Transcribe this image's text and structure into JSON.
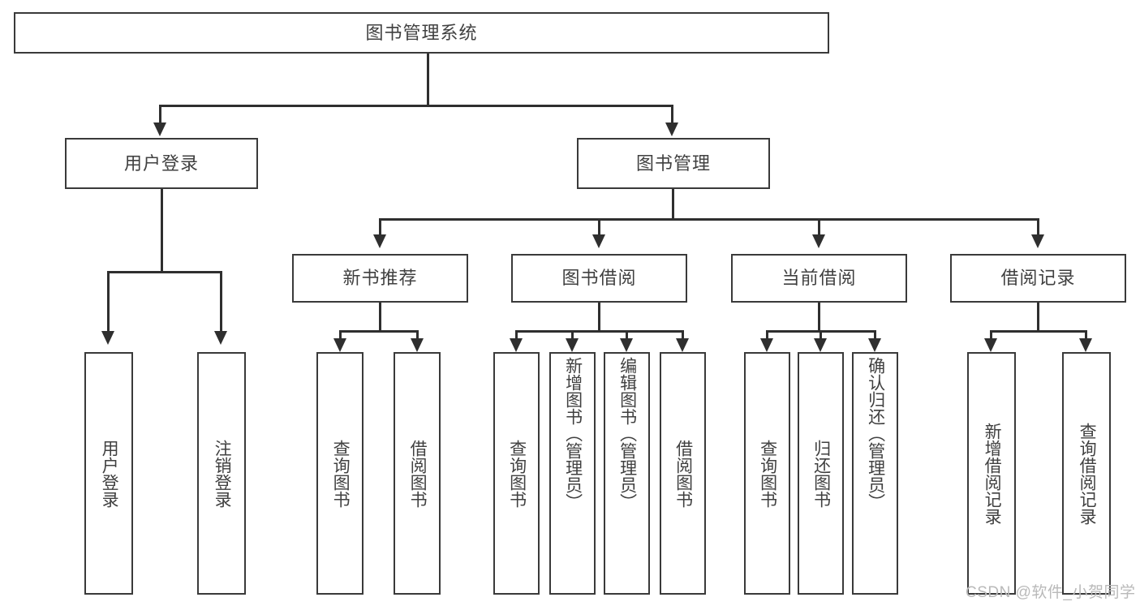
{
  "diagram": {
    "type": "tree",
    "title": "图书管理系统",
    "root": {
      "label": "图书管理系统"
    },
    "level1": [
      {
        "label": "用户登录"
      },
      {
        "label": "图书管理"
      }
    ],
    "level2": [
      {
        "label": "新书推荐"
      },
      {
        "label": "图书借阅"
      },
      {
        "label": "当前借阅"
      },
      {
        "label": "借阅记录"
      }
    ],
    "leaves": {
      "user_login": [
        {
          "label": "用户登录"
        },
        {
          "label": "注销登录"
        }
      ],
      "new_book_recommend": [
        {
          "label": "查询图书"
        },
        {
          "label": "借阅图书"
        }
      ],
      "book_borrow": [
        {
          "label": "查询图书"
        },
        {
          "label": "新增图书（管理员）"
        },
        {
          "label": "编辑图书（管理员）"
        },
        {
          "label": "借阅图书"
        }
      ],
      "current_borrow": [
        {
          "label": "查询图书"
        },
        {
          "label": "归还图书"
        },
        {
          "label": "确认归还（管理员）"
        }
      ],
      "borrow_record": [
        {
          "label": "新增借阅记录"
        },
        {
          "label": "查询借阅记录"
        }
      ]
    }
  },
  "watermark": {
    "text": "CSDN @软件_小贺同学"
  },
  "colors": {
    "box_border": "#3a3a3a",
    "line": "#2f2f2f",
    "text": "#404040",
    "background": "#ffffff",
    "watermark": "#b9b9b9"
  }
}
